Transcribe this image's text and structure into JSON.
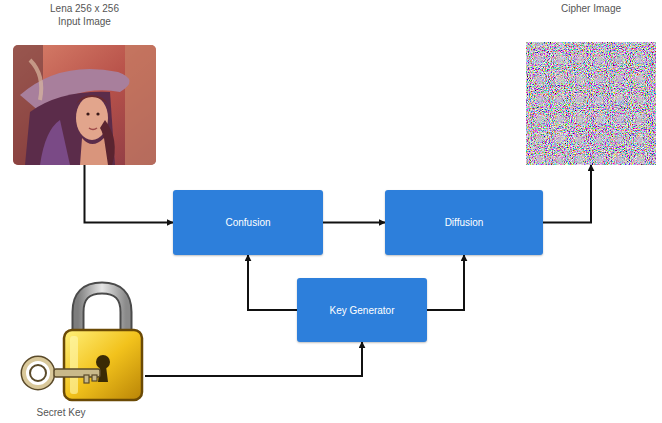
{
  "diagram": {
    "nodes": [
      {
        "text": [
          "Lena 256 x 256 Input Image"
        ]
      },
      {
        "text": [
          "Cipher Image"
        ]
      },
      {
        "text": [
          "Confusion"
        ]
      },
      {
        "text": [
          "Diffusion"
        ]
      },
      {
        "text": [
          "Key Generator"
        ]
      },
      {
        "text": [
          "Secret Key"
        ]
      }
    ],
    "edges": [
      {
        "from": 0,
        "to": 2,
        "arrow": "to"
      },
      {
        "from": 2,
        "to": 3,
        "arrow": "to"
      },
      {
        "from": 3,
        "to": 1,
        "arrow": "to"
      },
      {
        "from": 4,
        "to": 2,
        "arrow": "to"
      },
      {
        "from": 4,
        "to": 3,
        "arrow": "to"
      },
      {
        "from": 5,
        "to": 4,
        "arrow": "to"
      }
    ]
  }
}
